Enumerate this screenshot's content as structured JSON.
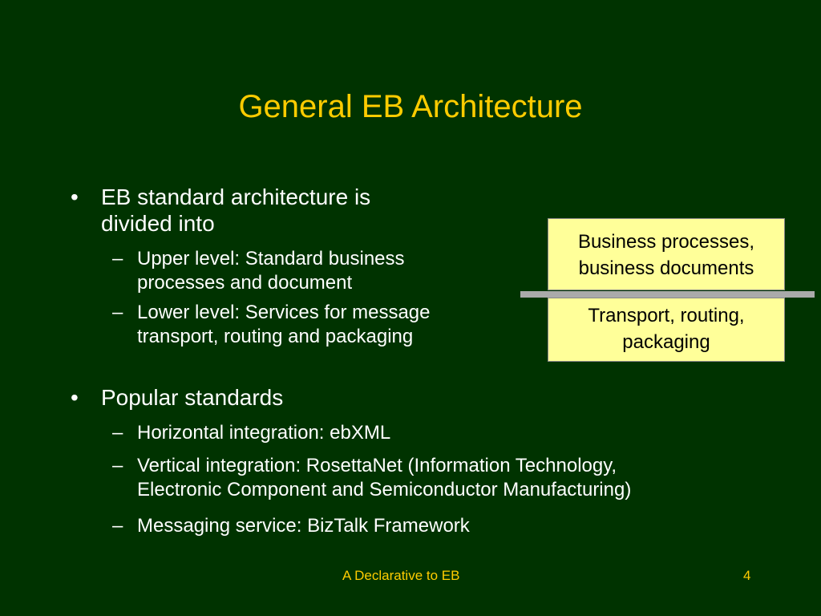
{
  "slide": {
    "title": "General EB Architecture",
    "bullets": [
      {
        "mark": "•",
        "lines": [
          "EB standard architecture is",
          "divided into"
        ],
        "subs": [
          {
            "mark": "–",
            "lines": [
              "Upper level: Standard business",
              "processes and document"
            ]
          },
          {
            "mark": "–",
            "lines": [
              "Lower level: Services for message",
              "transport, routing and packaging"
            ]
          }
        ]
      },
      {
        "mark": "•",
        "lines": [
          "Popular standards"
        ],
        "subs": [
          {
            "mark": "–",
            "lines": [
              "Horizontal integration: ebXML"
            ]
          },
          {
            "mark": "–",
            "lines": [
              "Vertical integration: RosettaNet (Information Technology,",
              "Electronic Component and Semiconductor Manufacturing)"
            ]
          },
          {
            "mark": "–",
            "lines": [
              "Messaging service: BizTalk Framework"
            ]
          }
        ]
      }
    ],
    "diagram": {
      "upper_box_lines": [
        "Business processes,",
        "business documents"
      ],
      "lower_box_lines": [
        "Transport, routing,",
        "packaging"
      ]
    },
    "footer": {
      "caption": "A Declarative to EB",
      "page_number": "4"
    }
  },
  "colors": {
    "background": "#003300",
    "title": "#ffcc00",
    "body_text": "#ffffff",
    "box_fill": "#ffff99",
    "divider": "#aaaaaa"
  }
}
